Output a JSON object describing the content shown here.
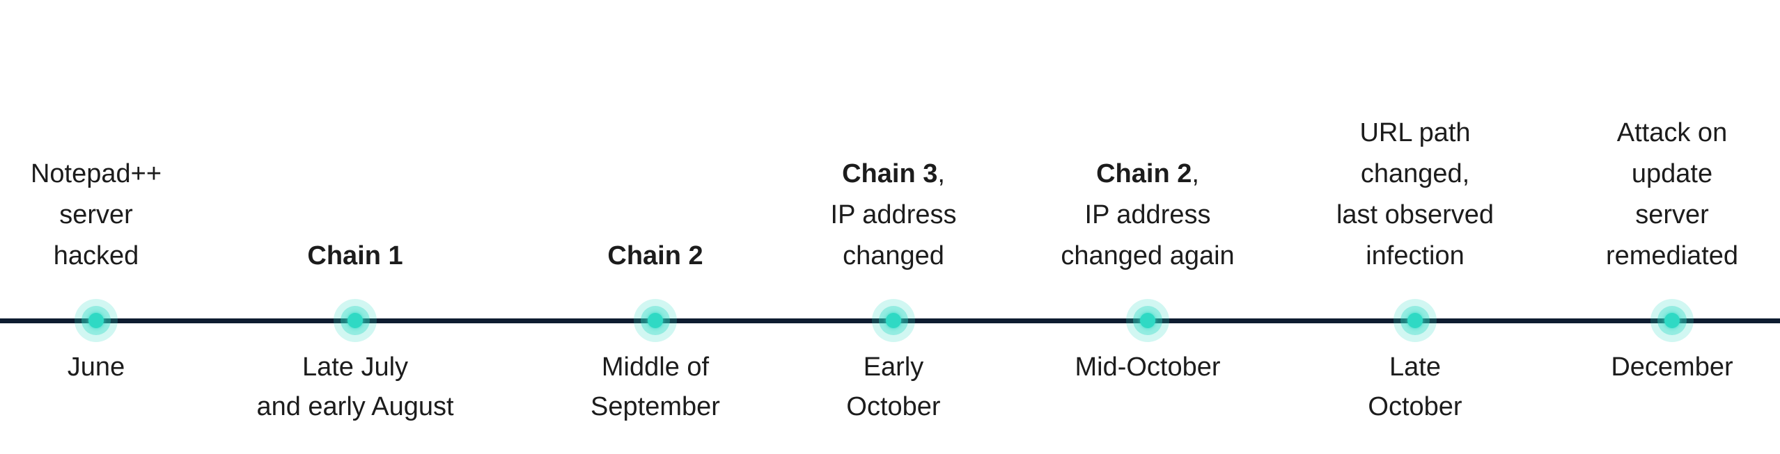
{
  "timeline": {
    "line_color": "#0e1c30",
    "dot_color": "#2fd9c4",
    "events": [
      {
        "title_bold": "",
        "title_rest": "Notepad++\nserver\nhacked",
        "date": "June"
      },
      {
        "title_bold": "Chain 1",
        "title_rest": "",
        "date": "Late July\nand early August"
      },
      {
        "title_bold": "Chain 2",
        "title_rest": "",
        "date": "Middle of\nSeptember"
      },
      {
        "title_bold": "Chain 3",
        "title_rest": ",\nIP address\nchanged",
        "date": "Early\nOctober"
      },
      {
        "title_bold": "Chain 2",
        "title_rest": ",\nIP address\nchanged again",
        "date": "Mid-October"
      },
      {
        "title_bold": "",
        "title_rest": "URL path\nchanged,\nlast observed\ninfection",
        "date": "Late\nOctober"
      },
      {
        "title_bold": "",
        "title_rest": "Attack on\nupdate\nserver\nremediated",
        "date": "December"
      }
    ]
  }
}
